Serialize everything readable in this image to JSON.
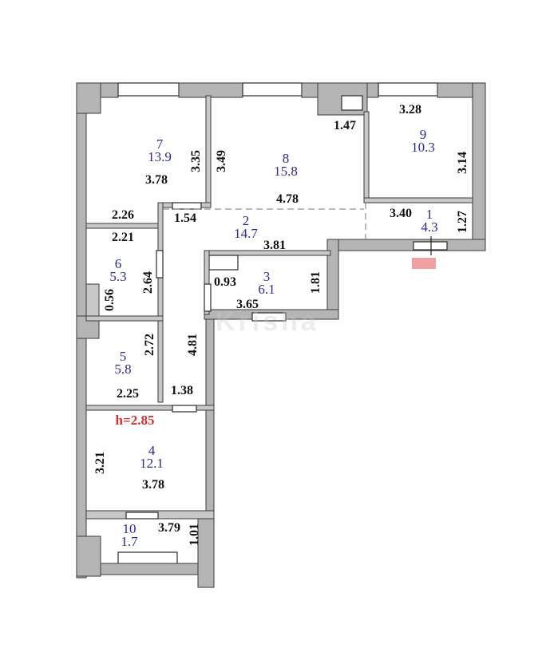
{
  "plan": {
    "ceiling_height": "h=2.85",
    "marker_color": "#f0a0a0",
    "rooms": [
      {
        "id": "1",
        "area": "4.3"
      },
      {
        "id": "2",
        "area": "14.7"
      },
      {
        "id": "3",
        "area": "6.1"
      },
      {
        "id": "4",
        "area": "12.1"
      },
      {
        "id": "5",
        "area": "5.8"
      },
      {
        "id": "6",
        "area": "5.3"
      },
      {
        "id": "7",
        "area": "13.9"
      },
      {
        "id": "8",
        "area": "15.8"
      },
      {
        "id": "9",
        "area": "10.3"
      },
      {
        "id": "10",
        "area": "1.7"
      }
    ],
    "dimensions": {
      "r7_width": "3.78",
      "r7_height": "3.35",
      "r7_bottom": "2.26",
      "r8_left": "3.49",
      "r8_width": "4.78",
      "r8_niche": "1.47",
      "r9_width": "3.28",
      "r9_height": "3.14",
      "r1_width": "3.40",
      "r1_height": "1.27",
      "hall_door": "1.54",
      "r2_width": "3.81",
      "r6_width": "2.21",
      "r6_height": "2.64",
      "r6_niche": "0.56",
      "r3_niche": "0.93",
      "r3_width": "3.65",
      "r3_height": "1.81",
      "r5_height": "2.72",
      "corridor_height": "4.81",
      "r5_width": "2.25",
      "corridor_width": "1.38",
      "r4_height": "3.21",
      "r4_width": "3.78",
      "r10_width": "3.79",
      "r10_height": "1.01"
    },
    "watermark": "Krisha"
  }
}
